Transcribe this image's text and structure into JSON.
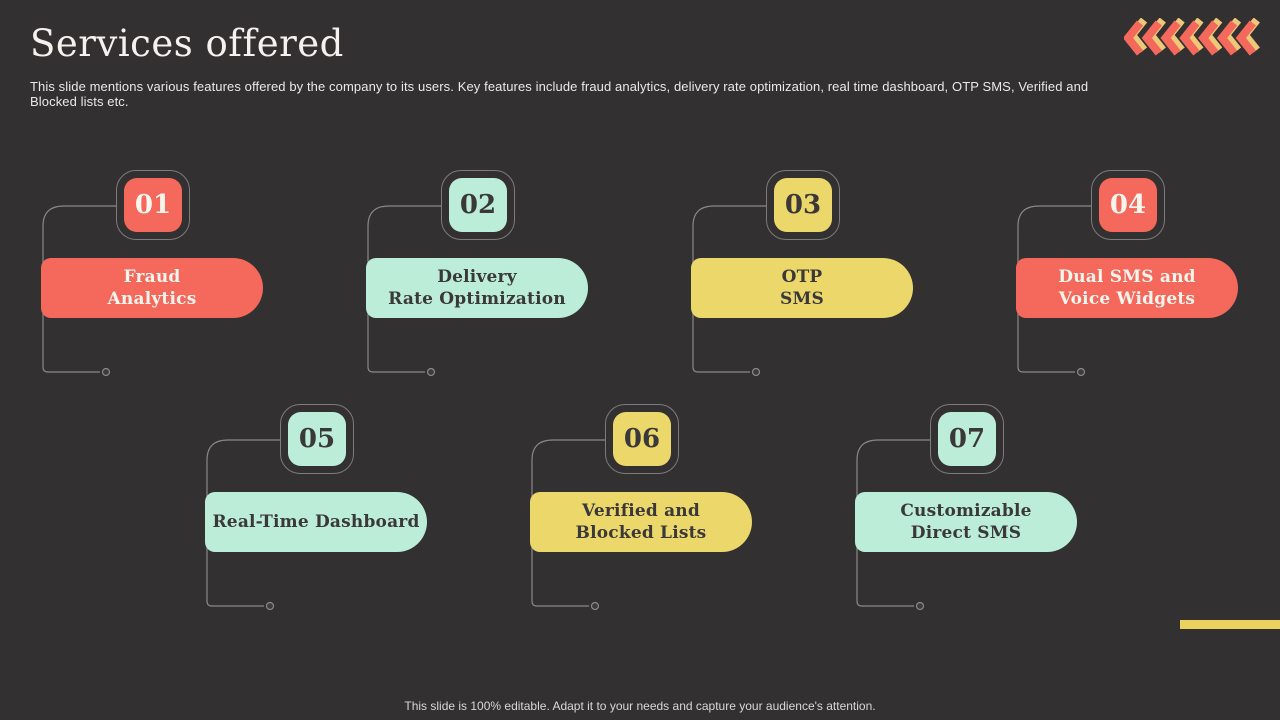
{
  "header": {
    "title": "Services offered",
    "subtitle": "This slide mentions various features offered by the company to its users. Key features include fraud analytics, delivery rate optimization, real time dashboard, OTP SMS,  Verified and Blocked lists etc."
  },
  "decor": {
    "chevron_count": 7,
    "chevron_icon": "left-chevron-icon",
    "accent_bar_color": "#E9D35E"
  },
  "palette": {
    "red": "#F4695C",
    "mint": "#BCEDD9",
    "yellow": "#ECD76B",
    "chevron_red": "#F4695C",
    "chevron_yellow": "#ECC878",
    "dark_text": "#3B3839",
    "light_text": "#FCF5EE",
    "background": "#333031",
    "line_gray": "#8A8888"
  },
  "items": [
    {
      "number": "01",
      "label": "Fraud\nAnalytics",
      "color": "red"
    },
    {
      "number": "02",
      "label": "Delivery\nRate Optimization",
      "color": "mint"
    },
    {
      "number": "03",
      "label": "OTP\nSMS",
      "color": "yellow"
    },
    {
      "number": "04",
      "label": "Dual SMS and\nVoice Widgets",
      "color": "red"
    },
    {
      "number": "05",
      "label": "Real-Time Dashboard",
      "color": "mint"
    },
    {
      "number": "06",
      "label": "Verified and\nBlocked Lists",
      "color": "yellow"
    },
    {
      "number": "07",
      "label": "Customizable\nDirect SMS",
      "color": "mint"
    }
  ],
  "footer": {
    "note": "This slide is 100% editable.  Adapt it to your needs and capture your audience's attention."
  }
}
